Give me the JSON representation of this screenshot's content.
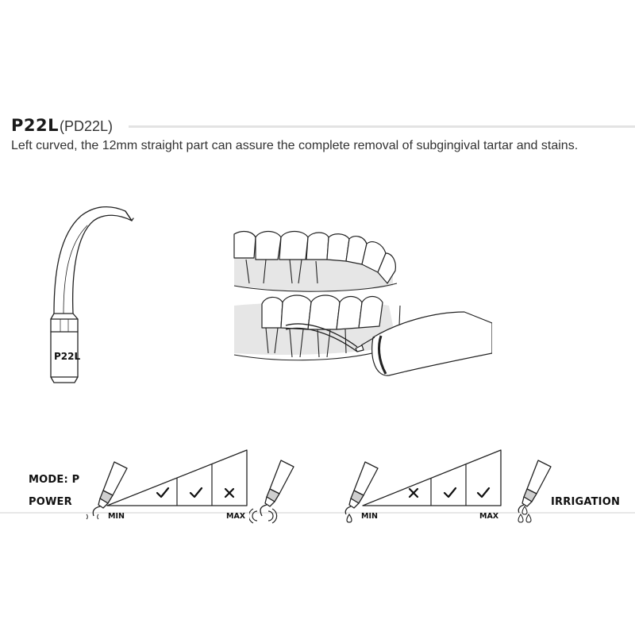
{
  "header": {
    "model": "P22L",
    "alt_model": "(PD22L)",
    "description": "Left curved, the 12mm straight part can assure the complete removal of subgingival tartar and stains."
  },
  "tip_label": "P22L",
  "power_panel": {
    "mode_label": "MODE: P",
    "power_label": "POWER",
    "min_label": "MIN",
    "max_label": "MAX",
    "levels": [
      "check",
      "check",
      "cross"
    ]
  },
  "irrigation_panel": {
    "irrigation_label": "IRRIGATION",
    "min_label": "MIN",
    "max_label": "MAX",
    "levels": [
      "cross",
      "check",
      "check"
    ]
  },
  "icons": [
    "check-icon",
    "cross-icon",
    "handpiece-icon",
    "vibration-icon",
    "water-drop-icon"
  ],
  "colors": {
    "line": "#222222",
    "rule": "#e3e3e3",
    "gum_shade": "#e6e6e6"
  }
}
